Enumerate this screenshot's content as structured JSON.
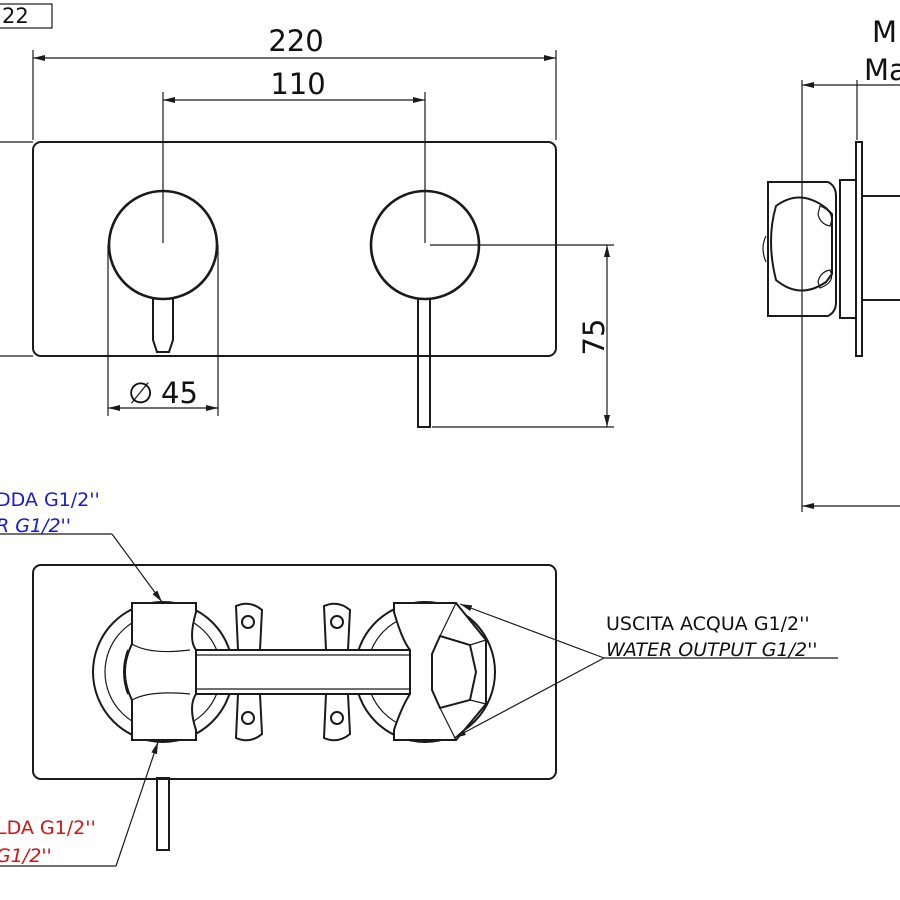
{
  "dimensions": {
    "box_partial": "22",
    "overall_width": "220",
    "centers_distance": "110",
    "knob_diameter_symbol": "∅",
    "knob_diameter": "45",
    "height_to_lever": "75"
  },
  "side_view_partial": {
    "line1": "M",
    "line2": "Ma"
  },
  "labels": {
    "cold_inlet_it": "DDA G1/2''",
    "cold_inlet_en": "R G1/2''",
    "water_output_it": "USCITA ACQUA G1/2''",
    "water_output_en": "WATER OUTPUT G1/2''",
    "hot_inlet_it": "LDA G1/2''",
    "hot_inlet_en": "G1/2''"
  },
  "colors": {
    "line": "#1a1a1a",
    "cold_label": "#1a1acc",
    "hot_label": "#d01515",
    "output_label": "#111111"
  }
}
